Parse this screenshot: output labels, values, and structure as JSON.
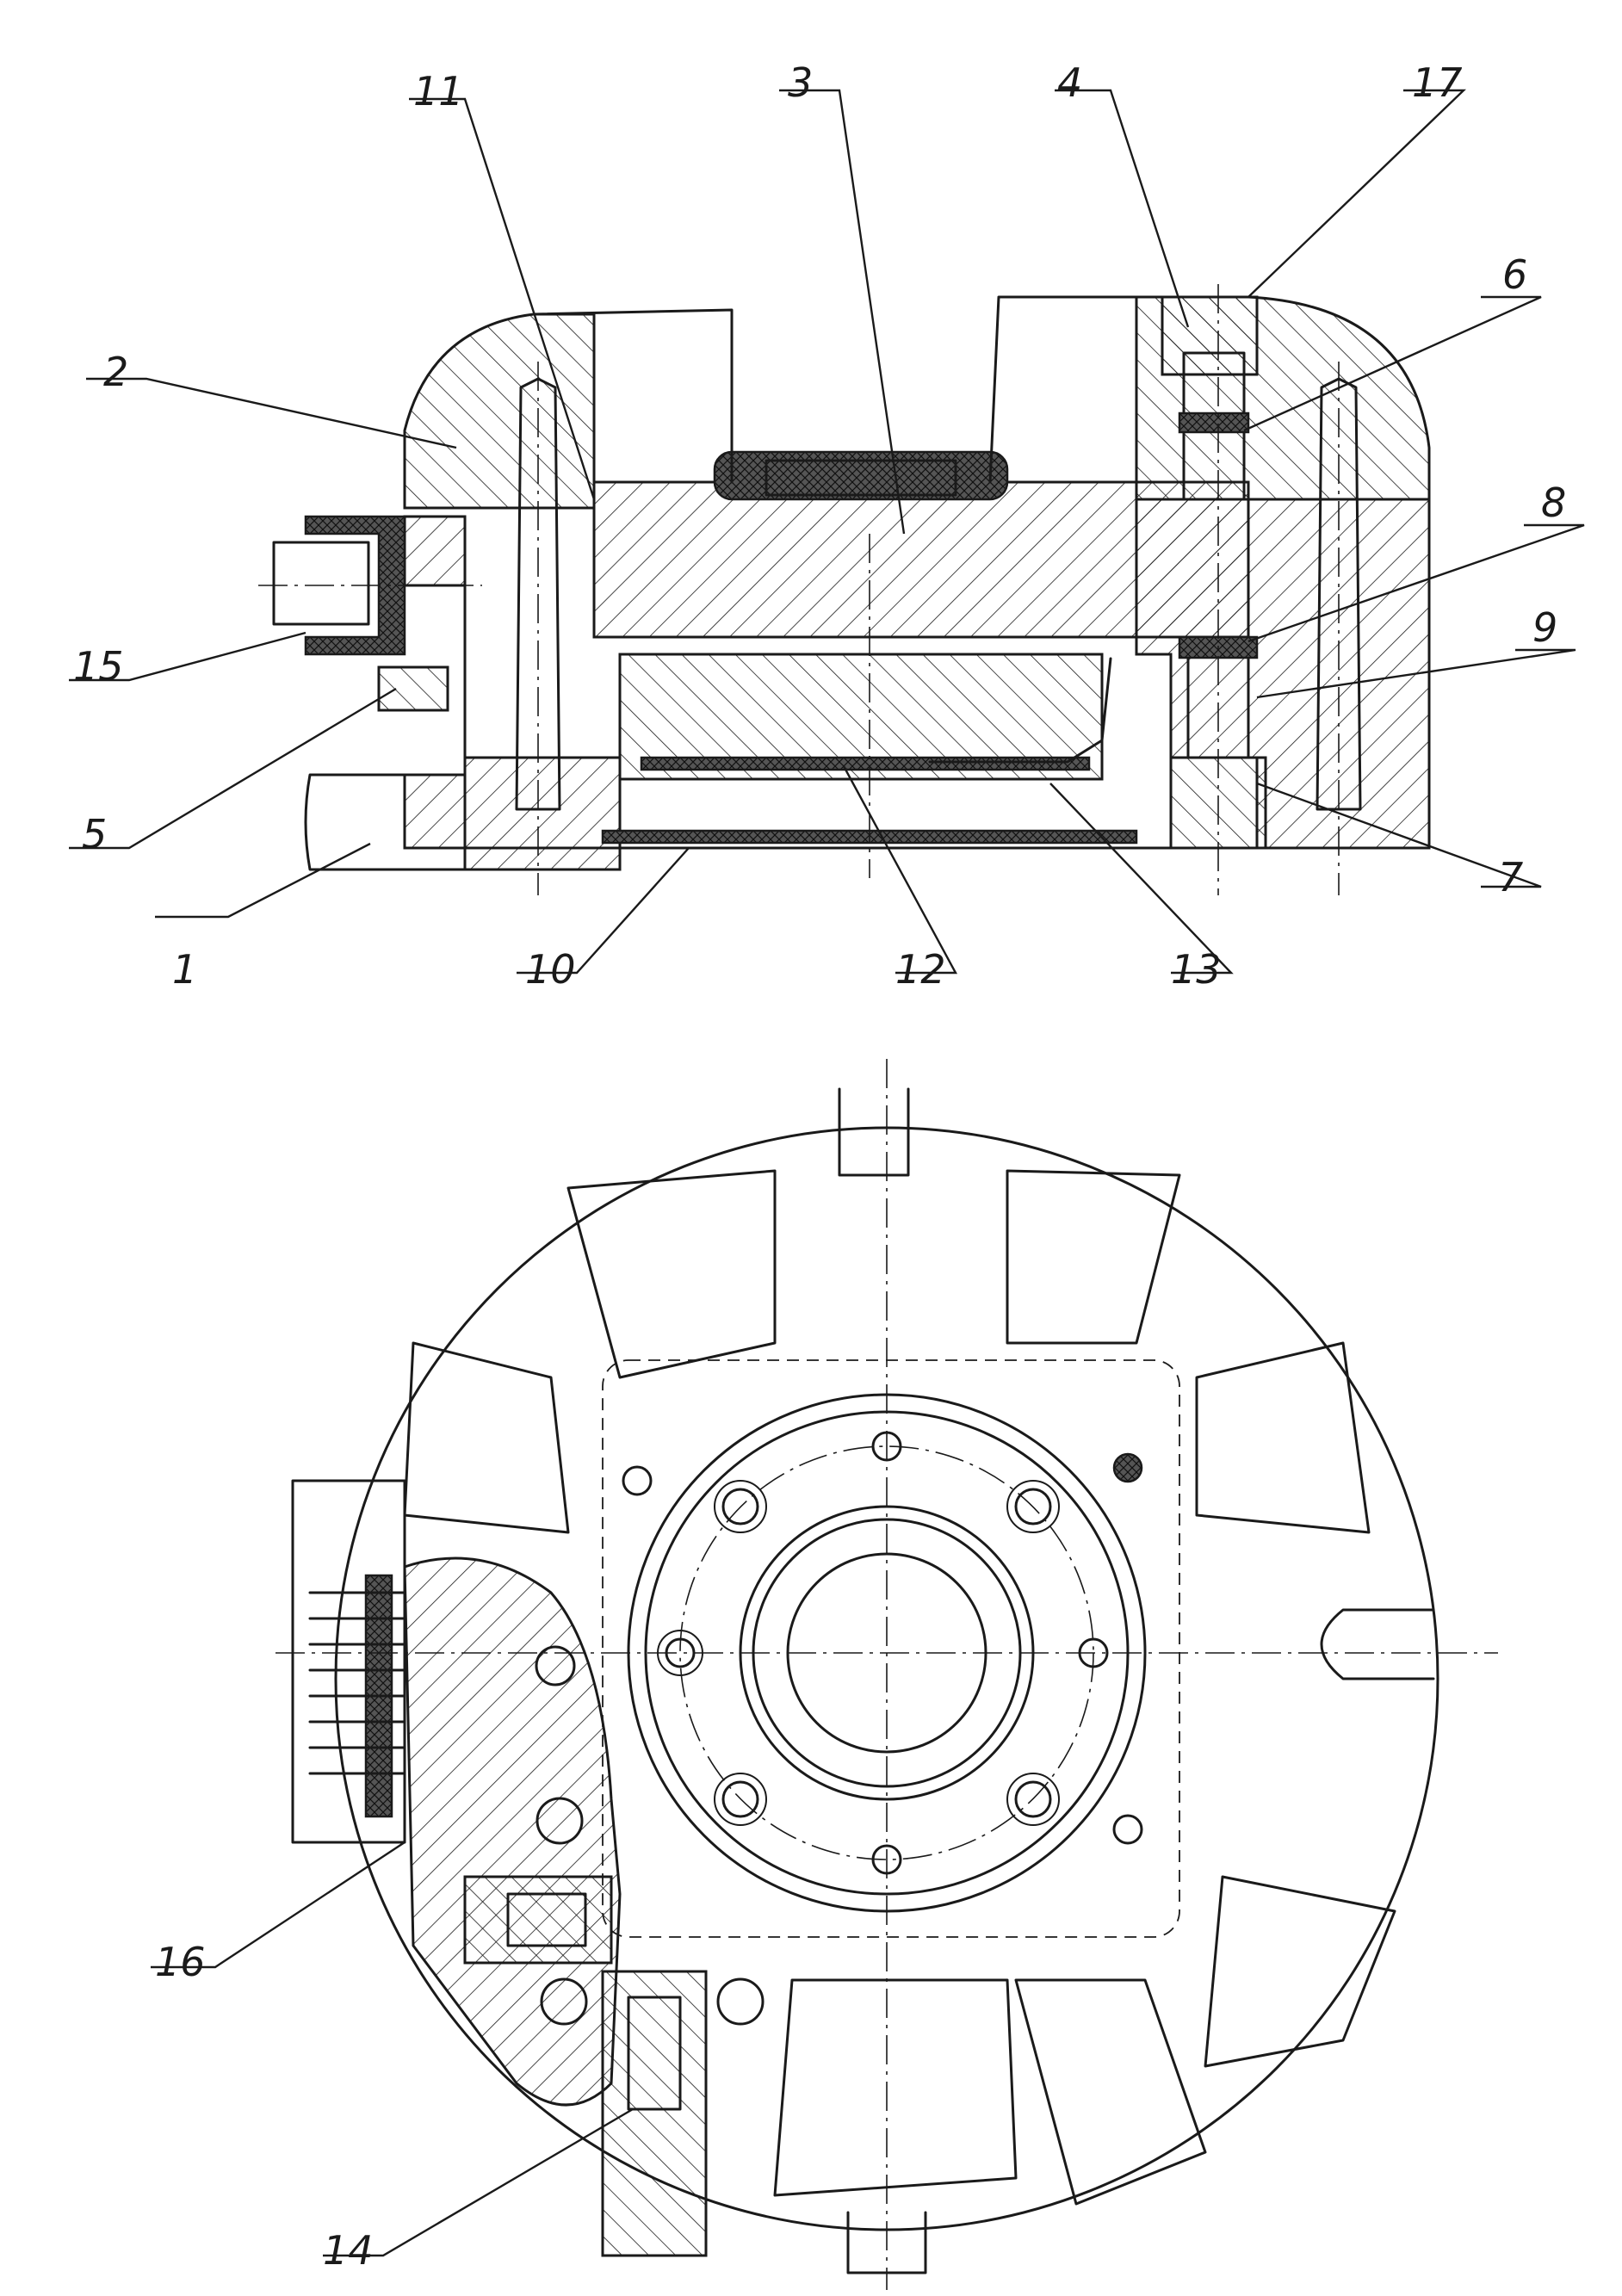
{
  "drawing": {
    "ink_color": "#1a1a1a",
    "paper_color": "#ffffff",
    "callouts": [
      {
        "id": "c1",
        "label": "1"
      },
      {
        "id": "c2",
        "label": "2"
      },
      {
        "id": "c3",
        "label": "3"
      },
      {
        "id": "c4",
        "label": "4"
      },
      {
        "id": "c5",
        "label": "5"
      },
      {
        "id": "c6",
        "label": "6"
      },
      {
        "id": "c7",
        "label": "7"
      },
      {
        "id": "c8",
        "label": "8"
      },
      {
        "id": "c9",
        "label": "9"
      },
      {
        "id": "c10",
        "label": "10"
      },
      {
        "id": "c11",
        "label": "11"
      },
      {
        "id": "c12",
        "label": "12"
      },
      {
        "id": "c13",
        "label": "13"
      },
      {
        "id": "c14",
        "label": "14"
      },
      {
        "id": "c15",
        "label": "15"
      },
      {
        "id": "c16",
        "label": "16"
      },
      {
        "id": "c17",
        "label": "17"
      }
    ]
  }
}
